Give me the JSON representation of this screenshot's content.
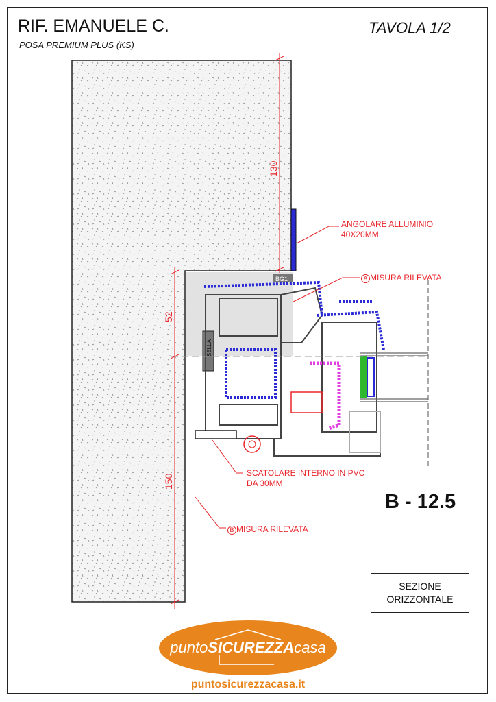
{
  "header": {
    "title": "RIF. EMANUELE C.",
    "subtitle": "POSA PREMIUM PLUS (KS)",
    "sheet": "TAVOLA 1/2"
  },
  "dimensions": {
    "top": "130",
    "mid": "52",
    "bottom": "150"
  },
  "labels": {
    "angolare_1": "ANGOLARE ALLUMINIO",
    "angolare_2": "40X20MM",
    "misura_a": "MISURA RILEVATA",
    "misura_a_marker": "A",
    "scatolare_1": "SCATOLARE INTERNO IN PVC",
    "scatolare_2": "DA 30MM",
    "misura_b": "MISURA RILEVATA",
    "misura_b_marker": "B",
    "bg1": "BG1",
    "sella": "SELLA"
  },
  "code": "B - 12.5",
  "section_box": {
    "line1": "SEZIONE",
    "line2": "ORIZZONTALE"
  },
  "logo": {
    "text_a": "punto",
    "text_b": "SICUREZZA",
    "text_c": "casa",
    "url": "puntosicurezzacasa.it"
  },
  "colors": {
    "red": "#e8262b",
    "blue": "#2b2bd6",
    "magenta": "#e040e0",
    "orange": "#e8851c"
  }
}
